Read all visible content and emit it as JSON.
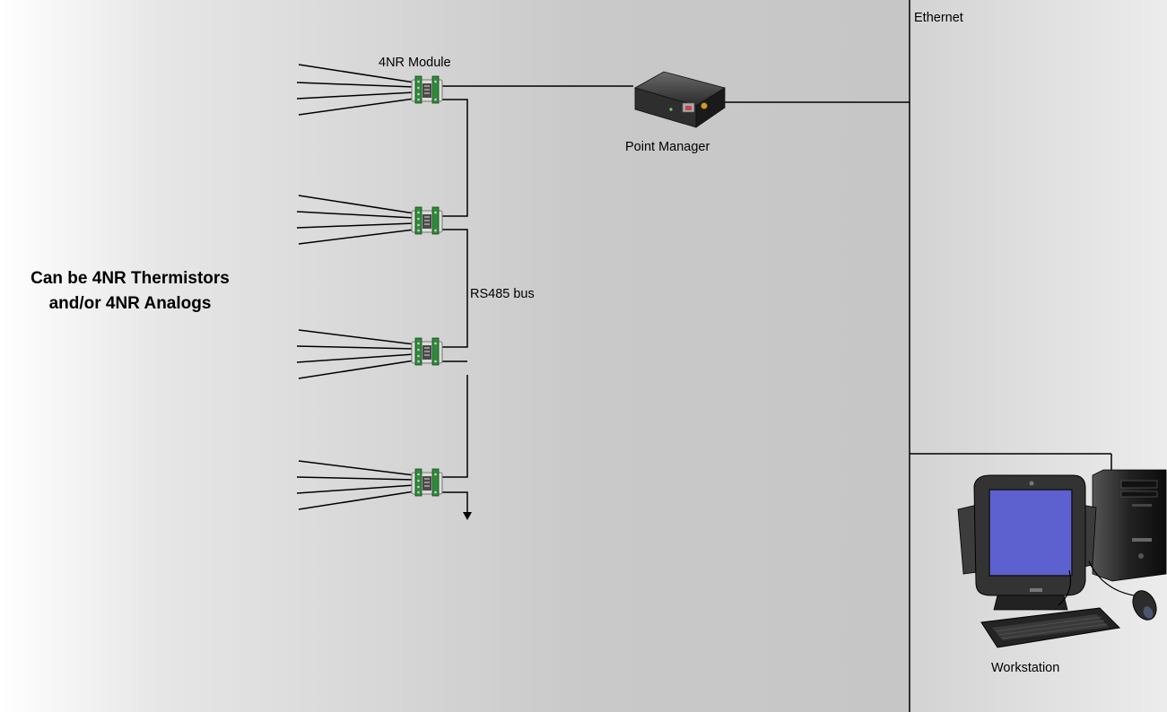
{
  "labels": {
    "module": "4NR Module",
    "manager": "Point Manager",
    "bus": "RS485 bus",
    "ethernet": "Ethernet",
    "workstation": "Workstation",
    "note_line1": "Can be 4NR Thermistors",
    "note_line2": "and/or 4NR Analogs"
  },
  "colors": {
    "line": "#000000",
    "terminal_green": "#2f8a3a",
    "screen_blue": "#5d60cf"
  },
  "icons": [
    "4nr-module-icon",
    "point-manager-icon",
    "workstation-computer-icon"
  ]
}
